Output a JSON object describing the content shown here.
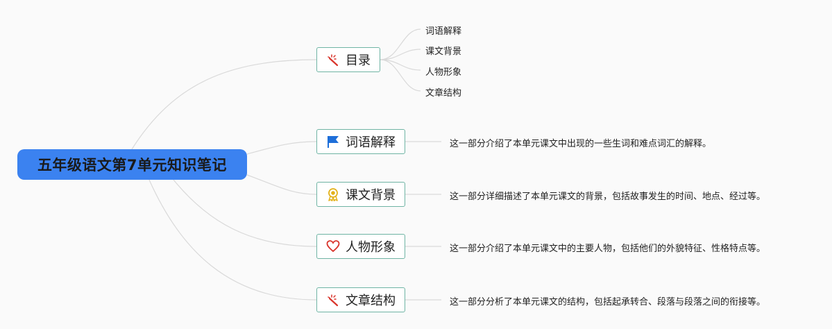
{
  "root": {
    "title": "五年级语文第7单元知识笔记"
  },
  "branches": [
    {
      "label": "目录",
      "icon": "magic-wand-icon",
      "children": [
        "词语解释",
        "课文背景",
        "人物形象",
        "文章结构"
      ]
    },
    {
      "label": "词语解释",
      "icon": "flag-icon",
      "note": "这一部分介绍了本单元课文中出现的一些生词和难点词汇的解释。"
    },
    {
      "label": "课文背景",
      "icon": "ribbon-medal-icon",
      "note": "这一部分详细描述了本单元课文的背景，包括故事发生的时间、地点、经过等。"
    },
    {
      "label": "人物形象",
      "icon": "heart-icon",
      "note": "这一部分介绍了本单元课文中的主要人物，包括他们的外貌特征、性格特点等。"
    },
    {
      "label": "文章结构",
      "icon": "magic-wand-icon",
      "note": "这一部分分析了本单元课文的结构，包括起承转合、段落与段落之间的衔接等。"
    }
  ],
  "colors": {
    "root": "#3b82f0",
    "branch_border": "#6fb4a4",
    "connector": "#d9d9d9",
    "flag": "#1e6fd9",
    "medal": "#e3b21c",
    "heart": "#d9342b",
    "wand": "#d9342b"
  }
}
